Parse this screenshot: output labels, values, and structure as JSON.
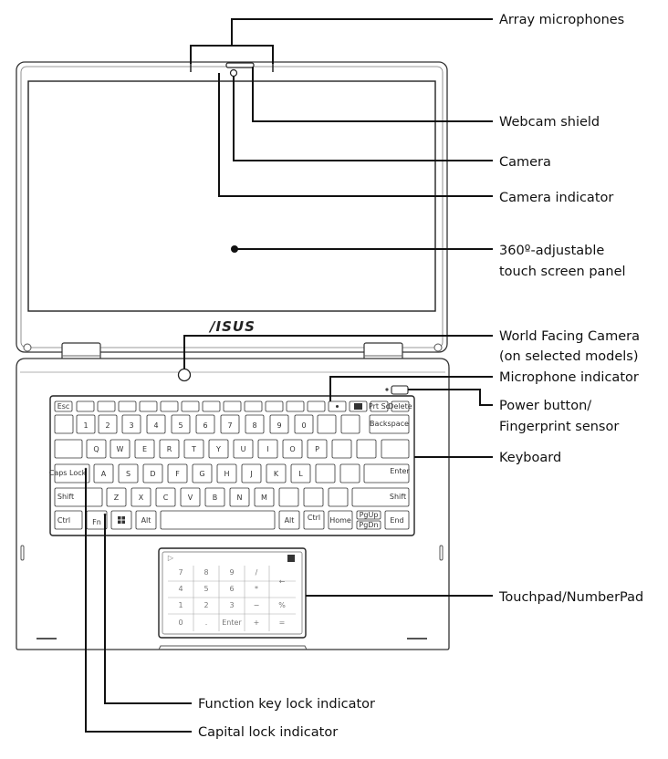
{
  "logo": "/ISUS",
  "callouts": {
    "array_microphones": "Array microphones",
    "webcam_shield": "Webcam shield",
    "camera": "Camera",
    "camera_indicator": "Camera indicator",
    "screen_line1": "360º-adjustable",
    "screen_line2": "touch screen panel",
    "world_cam_line1": "World Facing Camera",
    "world_cam_line2": "(on selected models)",
    "mic_indicator": "Microphone indicator",
    "power_line1": "Power button/",
    "power_line2": "Fingerprint sensor",
    "keyboard": "Keyboard",
    "touchpad": "Touchpad/NumberPad",
    "fn_lock": "Function key lock indicator",
    "caps_lock": "Capital lock indicator"
  },
  "keys": {
    "esc": "Esc",
    "backspace": "Backspace",
    "caps": "Caps Lock",
    "enter": "Enter",
    "shift": "Shift",
    "ctrl": "Ctrl",
    "fn": "Fn",
    "alt": "Alt",
    "prtsc": "Prt Sc",
    "delete": "Delete",
    "home": "Home",
    "end": "End",
    "pgup": "PgUp",
    "pgdn": "PgDn",
    "digits": [
      "1",
      "2",
      "3",
      "4",
      "5",
      "6",
      "7",
      "8",
      "9",
      "0"
    ],
    "qrow": [
      "Q",
      "W",
      "E",
      "R",
      "T",
      "Y",
      "U",
      "I",
      "O",
      "P"
    ],
    "arow": [
      "A",
      "S",
      "D",
      "F",
      "G",
      "H",
      "J",
      "K",
      "L"
    ],
    "zrow": [
      "Z",
      "X",
      "C",
      "V",
      "B",
      "N",
      "M"
    ]
  },
  "numpad": {
    "rows": [
      [
        "7",
        "8",
        "9",
        "/",
        ""
      ],
      [
        "4",
        "5",
        "6",
        "*",
        "←"
      ],
      [
        "1",
        "2",
        "3",
        "−",
        "%"
      ],
      [
        "0",
        ".",
        "Enter",
        "+",
        "="
      ]
    ]
  }
}
